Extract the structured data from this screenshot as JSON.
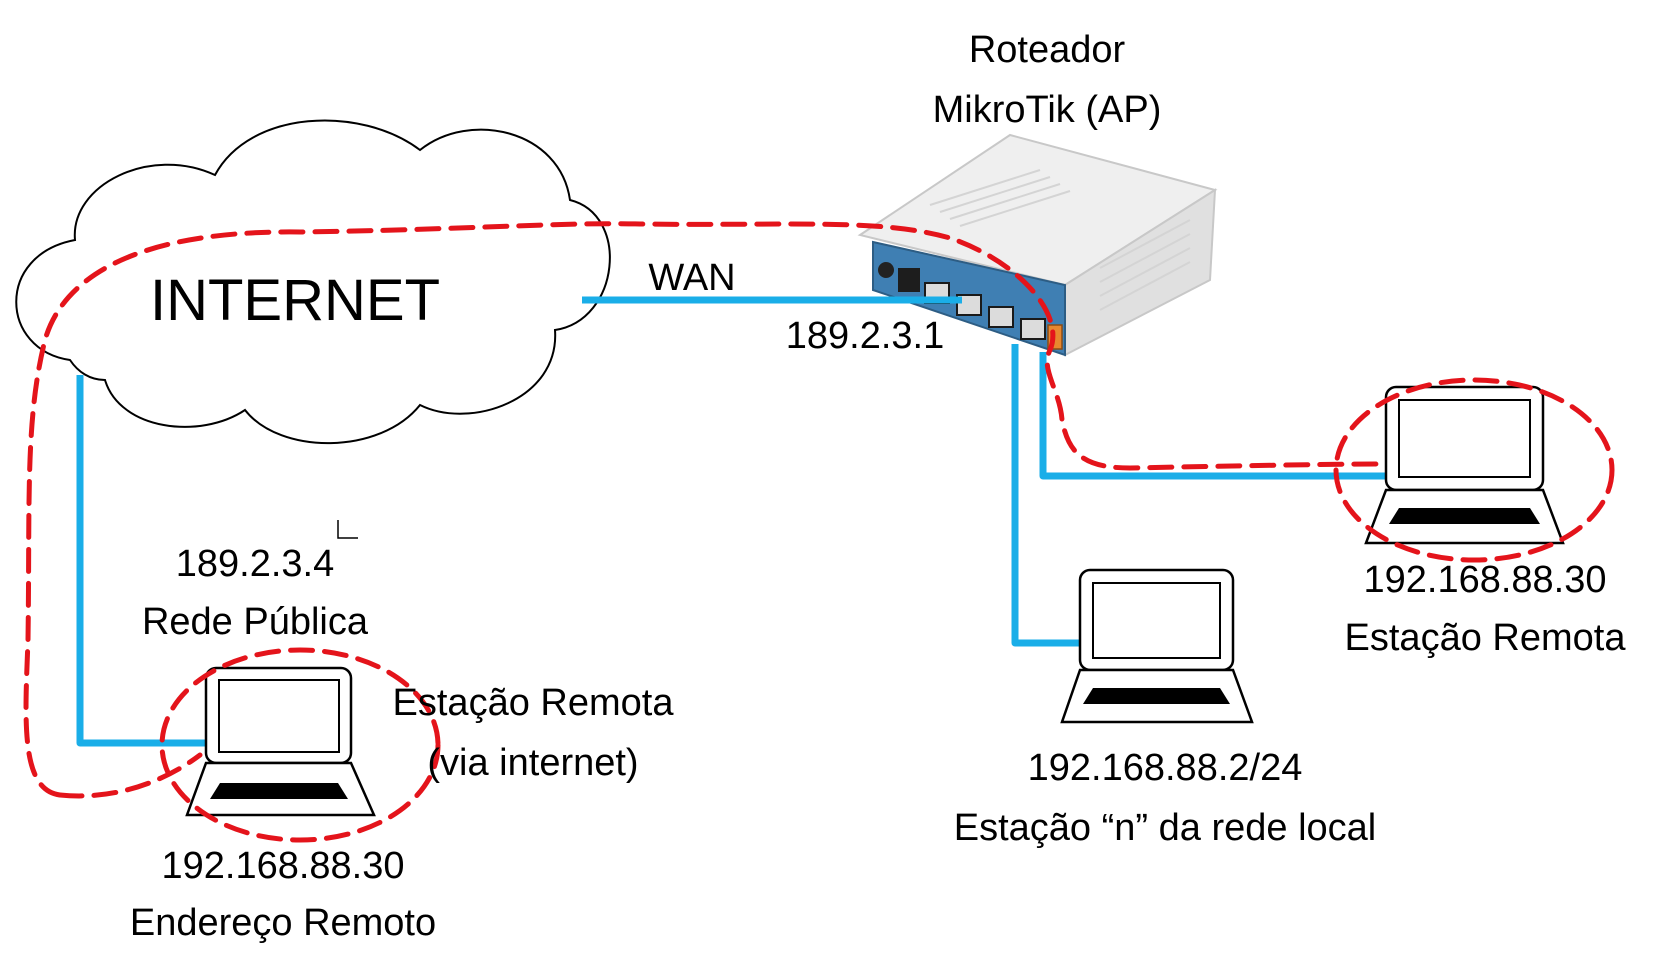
{
  "cloud": {
    "label": "INTERNET"
  },
  "router": {
    "title_line1": "Roteador",
    "title_line2": "MikroTik (AP)",
    "wan_label": "WAN",
    "wan_ip": "189.2.3.1"
  },
  "remote_internet": {
    "public_ip": "189.2.3.4",
    "public_label": "Rede Pública",
    "station_line1": "Estação Remota",
    "station_line2": "(via internet)",
    "address": "192.168.88.30",
    "address_label": "Endereço Remoto"
  },
  "local_station": {
    "address": "192.168.88.2/24",
    "label": "Estação “n” da rede local"
  },
  "remote_station": {
    "address": "192.168.88.30",
    "label": "Estação Remota"
  },
  "colors": {
    "cable": "#1aaee8",
    "tunnel": "#e4141b",
    "router_panel": "#3f7fb3",
    "router_accent": "#e7872e"
  }
}
